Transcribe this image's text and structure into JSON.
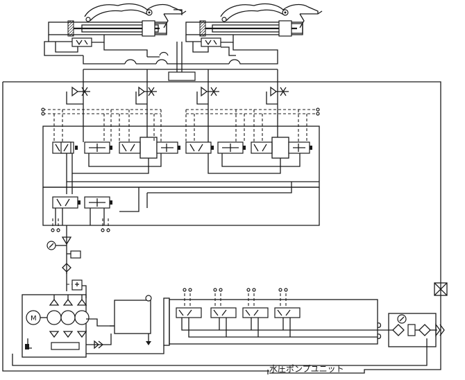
{
  "caption": "水圧ポンプユニット",
  "pump_symbol": "M",
  "icons": {
    "motor": "motor-symbol",
    "gauge": "pressure-gauge",
    "valve": "directional-valve",
    "cylinder": "hydraulic-cylinder",
    "tank": "reservoir-tank"
  }
}
